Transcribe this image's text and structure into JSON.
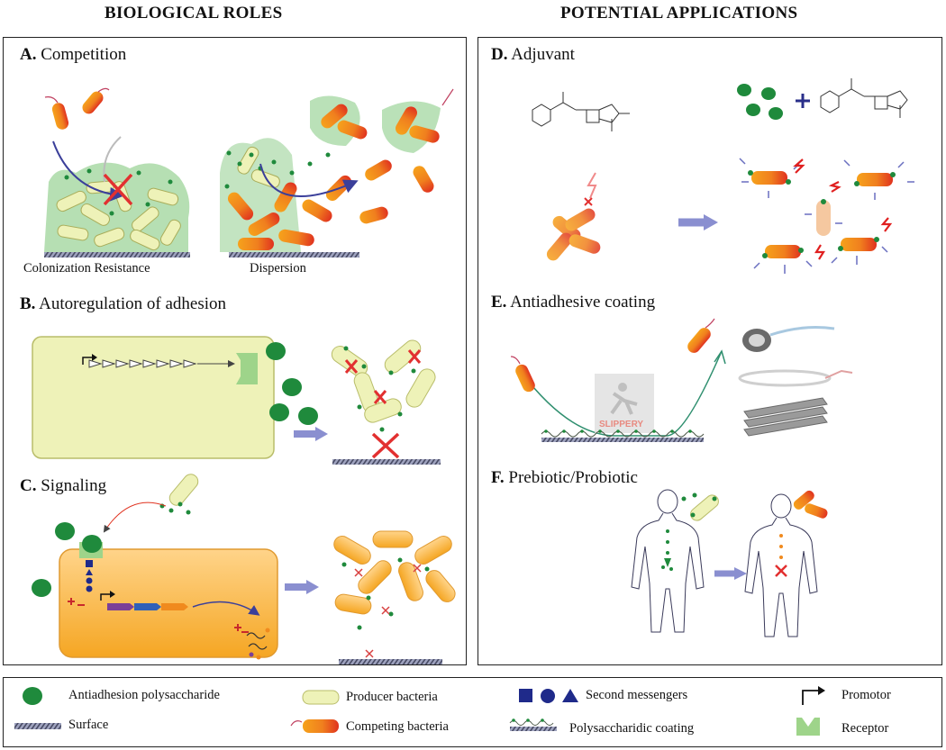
{
  "headings": {
    "left": "BIOLOGICAL ROLES",
    "right": "POTENTIAL APPLICATIONS"
  },
  "sections": {
    "a": {
      "letter": "A.",
      "title": "Competition",
      "captions": {
        "colonization": "Colonization Resistance",
        "dispersion": "Dispersion"
      }
    },
    "b": {
      "letter": "B.",
      "title": "Autoregulation of adhesion"
    },
    "c": {
      "letter": "C.",
      "title": "Signaling"
    },
    "d": {
      "letter": "D.",
      "title": "Adjuvant"
    },
    "e": {
      "letter": "E.",
      "title": "Antiadhesive coating",
      "slippery_sign": "SLIPPERY"
    },
    "f": {
      "letter": "F.",
      "title": "Prebiotic/Probiotic"
    }
  },
  "legend": {
    "antiadhesion": "Antiadhesion polysaccharide",
    "producer": "Producer bacteria",
    "second_messengers": "Second messengers",
    "promotor": "Promotor",
    "surface": "Surface",
    "competing": "Competing bacteria",
    "coating": "Polysaccharidic coating",
    "receptor": "Receptor"
  },
  "colors": {
    "polysaccharide": "#1f8a3c",
    "producer_fill": "#eef2b8",
    "competing_orange": "#f07f1e",
    "competing_red": "#e0321f",
    "biofilm": "#a9d9a6",
    "receptor": "#9ed48a",
    "messenger": "#1f2a8a",
    "arrow": "#7d82c8",
    "cell_orange": "#f5a623"
  }
}
